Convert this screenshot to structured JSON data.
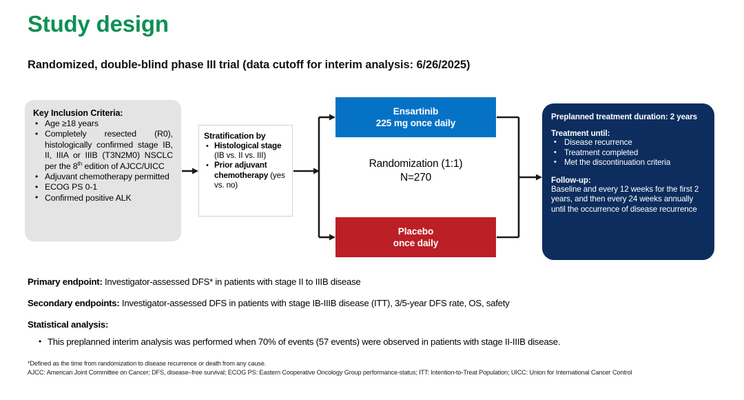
{
  "colors": {
    "title_green": "#0E9055",
    "arm_blue": "#0572C6",
    "arm_red": "#BC2026",
    "navy": "#0C2D5E",
    "gray_box": "#E4E4E4",
    "strat_border": "#C6D6E5"
  },
  "header": {
    "title": "Study design",
    "subtitle": "Randomized, double-blind phase III trial (data cutoff for interim analysis: 6/26/2025)"
  },
  "inclusion": {
    "title": "Key Inclusion Criteria:",
    "items": [
      "Age ≥18 years",
      "Completely resected (R0), histologically confirmed stage IB, II, IIIA or IIIB (T3N2M0) NSCLC per the 8th edition of AJCC/UICC",
      "Adjuvant chemotherapy permitted",
      "ECOG PS 0-1",
      "Confirmed positive ALK"
    ]
  },
  "stratification": {
    "title": "Stratification by",
    "items": [
      {
        "bold": "Histological stage",
        "rest": " (IB vs. II vs. III)"
      },
      {
        "bold": "Prior adjuvant chemotherapy",
        "rest": " (yes vs. no)"
      }
    ]
  },
  "randomization": {
    "ratio_label": "Randomization (1:1)",
    "n_label": "N=270"
  },
  "arms": [
    {
      "name": "Ensartinib",
      "dose": "225 mg once daily"
    },
    {
      "name": "Placebo",
      "dose": "once daily"
    }
  ],
  "duration": {
    "heading": "Preplanned treatment duration: 2 years",
    "treatment_until_heading": "Treatment  until:",
    "treatment_until_items": [
      "Disease recurrence",
      "Treatment completed",
      "Met the discontinuation criteria"
    ],
    "followup_heading": "Follow-up:",
    "followup_body": "Baseline and every 12 weeks for the first 2 years, and then every 24 weeks annually until the occurrence of disease recurrence"
  },
  "endpoints": {
    "primary_label": "Primary endpoint:",
    "primary_text": " Investigator-assessed DFS* in patients with stage II to IIIB disease",
    "secondary_label": "Secondary endpoints:",
    "secondary_text": " Investigator-assessed DFS in patients with stage IB-IIIB disease (ITT), 3/5-year DFS rate, OS, safety",
    "statistical_label": "Statistical analysis:",
    "statistical_items": [
      "This preplanned interim analysis was performed when 70% of events (57 events) were observed in patients with stage II-IIIB disease."
    ]
  },
  "footnotes": {
    "line1": "*Defined as the time from randomization to disease recurrence or death from any cause.",
    "line2": "AJCC: American Joint Committee on Cancer; DFS, disease–free survival; ECOG PS: Eastern Cooperative Oncology Group performance-status; ITT: Intention-to-Treat Population; UICC: Union for International Cancer Control"
  }
}
